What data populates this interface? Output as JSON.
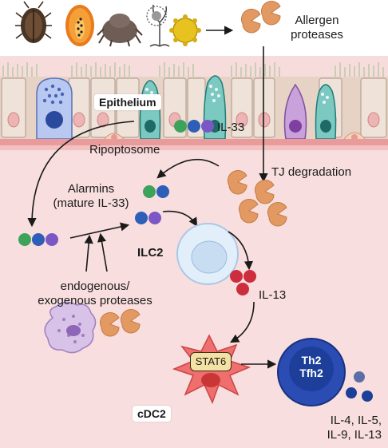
{
  "labels": {
    "allergen_proteases": "Allergen\nproteases",
    "epithelium": "Epithelium",
    "il33": "IL-33",
    "ripoptosome": "Ripoptosome",
    "tj_degradation": "TJ degradation",
    "alarmins": "Alarmins\n(mature IL-33)",
    "ilc2": "ILC2",
    "endo_exo": "endogenous/\nexogenous proteases",
    "il13": "IL-13",
    "stat6": "STAT6",
    "th2": "Th2",
    "tfh2": "Tfh2",
    "cdc2": "cDC2",
    "cytokines": "IL-4, IL-5,\nIL-9, IL-13"
  },
  "icons": [
    "cockroach-icon",
    "papaya-icon",
    "dust-mite-icon",
    "mold-icon",
    "pollen-icon",
    "protease-pacman-icon"
  ],
  "colors": {
    "background_tissue": "#f7dcdc",
    "epithelium_band": "#e8d7c9",
    "basement_membrane": "#e99a9a",
    "protease": "#e39a62",
    "il33_green": "#3ea35a",
    "il33_blue": "#2d5fb8",
    "il33_purple": "#7a57c4",
    "ilc2": "#d7e8f8",
    "il13_red": "#cc2e3e",
    "cdc2": "#ef6f6f",
    "th2": "#1d3f9a"
  }
}
